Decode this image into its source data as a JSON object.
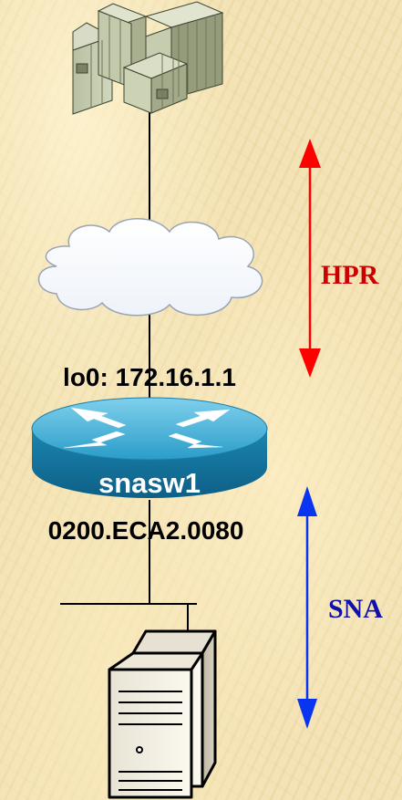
{
  "labels": {
    "loopback": "lo0: 172.16.1.1",
    "router_name": "snasw1",
    "mac_address": "0200.ECA2.0080",
    "hpr_segment": "HPR",
    "sna_segment": "SNA"
  },
  "colors": {
    "hpr_arrow": "#ff0000",
    "hpr_text": "#cc0000",
    "sna_arrow": "#0a35f0",
    "sna_text": "#1010aa",
    "router_body": "#1f8fb5",
    "router_top": "#4fb6d9"
  },
  "icons": {
    "mainframe": "mainframe-icon",
    "cloud": "network-cloud-icon",
    "router": "router-icon",
    "host": "server-tower-icon"
  }
}
